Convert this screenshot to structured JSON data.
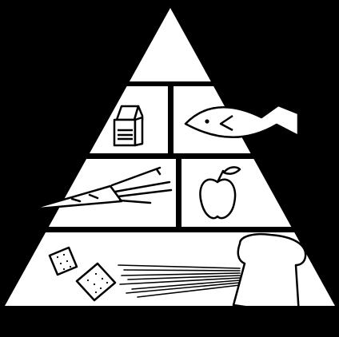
{
  "diagram": {
    "kind": "food pyramid",
    "colors": {
      "background": "#000000",
      "fill": "#ffffff",
      "ink": "#000000"
    },
    "tiers": [
      {
        "name": "top",
        "sections": []
      },
      {
        "name": "dairy-and-protein",
        "sections": [
          {
            "icon": "milk-carton-icon"
          },
          {
            "icon": "fish-icon"
          }
        ]
      },
      {
        "name": "vegetables-and-fruit",
        "sections": [
          {
            "icon": "carrot-icon"
          },
          {
            "icon": "apple-icon"
          }
        ]
      },
      {
        "name": "grains",
        "sections": [
          {
            "icon": "crackers-icon"
          },
          {
            "icon": "wheat-icon"
          },
          {
            "icon": "bread-slice-icon"
          }
        ]
      }
    ]
  }
}
